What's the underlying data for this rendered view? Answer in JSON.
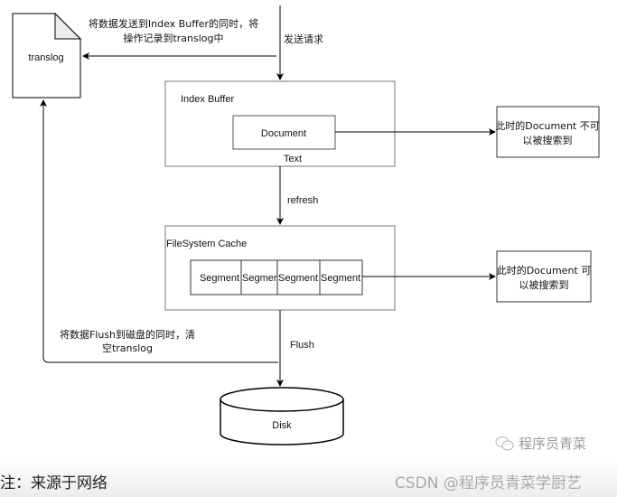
{
  "diagram": {
    "translog_label": "translog",
    "translog_note_line1": "将数据发送到Index Buffer的同时，将",
    "translog_note_line2": "操作记录到translog中",
    "send_request_label": "发送请求",
    "index_buffer_label": "Index Buffer",
    "document_label": "Document",
    "text_label": "Text",
    "not_searchable_line1": "此时的Document 不可",
    "not_searchable_line2": "以被搜索到",
    "refresh_label": "refresh",
    "filesystem_cache_label": "FileSystem Cache",
    "segments": [
      "Segment",
      "Segmer",
      "Segment",
      "Segment"
    ],
    "searchable_line1": "此时的Document 可",
    "searchable_line2": "以被搜索到",
    "flush_note_line1": "将数据Flush到磁盘的同时，清",
    "flush_note_line2": "空translog",
    "flush_label": "Flush",
    "disk_label": "Disk"
  },
  "footer": {
    "note": "注：来源于网络",
    "watermark_account": "程序员青菜",
    "watermark_icon": "wechat-icon",
    "watermark_csdn": "CSDN @程序员青菜学厨艺"
  }
}
